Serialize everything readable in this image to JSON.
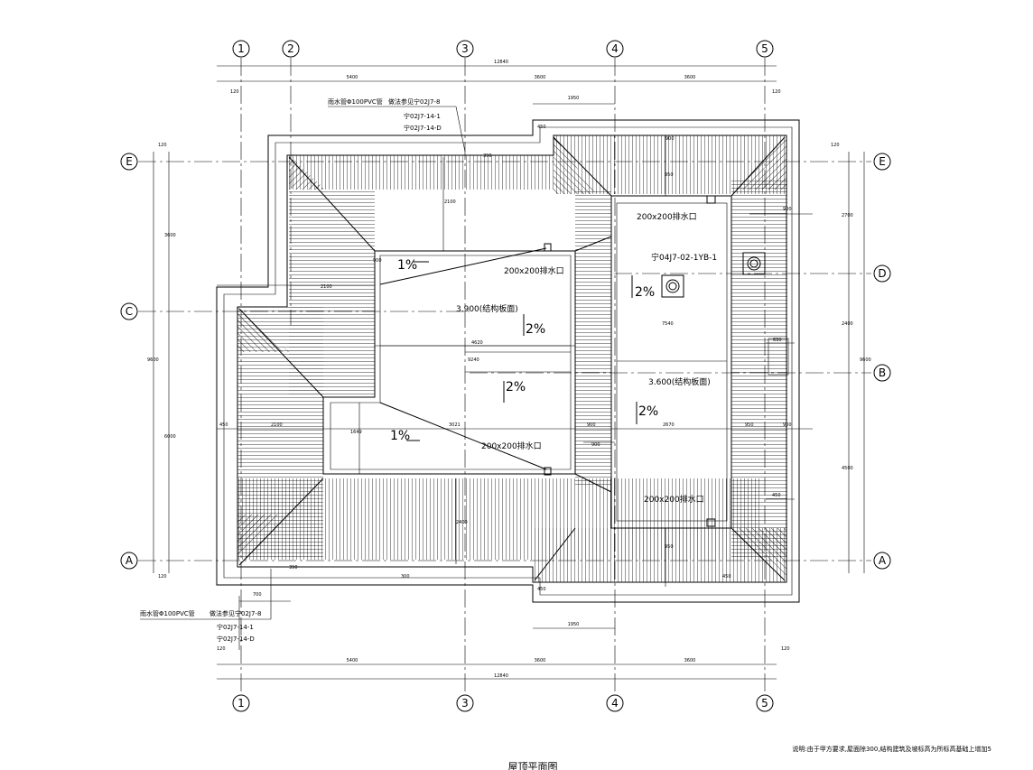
{
  "axes_top": [
    "1",
    "2",
    "3",
    "4",
    "5"
  ],
  "axes_bottom": [
    "1",
    "3",
    "4",
    "5"
  ],
  "axes_left": [
    "E",
    "C",
    "A"
  ],
  "axes_right": [
    "E",
    "D",
    "B",
    "A"
  ],
  "dims": {
    "top_total": "12840",
    "top_5400": "5400",
    "top_3600a": "3600",
    "top_3600b": "3600",
    "bottom_total": "12840",
    "bottom_5400": "5400",
    "bottom_3600a": "3600",
    "bottom_3600b": "3600",
    "left_total": "9600",
    "left_3600": "3600",
    "left_6000": "6000",
    "right_total": "9600",
    "right_2700": "2700",
    "right_2400": "2400",
    "right_4500": "4500",
    "d120_a": "120",
    "d120_b": "120",
    "d120_c": "120",
    "d120_d": "120",
    "d120_e": "120",
    "d120_f": "120",
    "d120_g": "120",
    "d1950_top": "1950",
    "d1950_bottom": "1950",
    "d450_a": "450",
    "d450_b": "450",
    "d450_c": "450",
    "d450_d": "450",
    "d450_e": "450",
    "d900_a": "900",
    "d900_b": "900",
    "d900_c": "900",
    "d900_d": "900",
    "d900_e": "900",
    "d900_f": "900",
    "d2100_a": "2100",
    "d2100_b": "2100",
    "d2100_c": "2100",
    "d2400": "2400",
    "d4620": "4620",
    "d9240": "9240",
    "d3021": "3021",
    "d1649": "1649",
    "d2670": "2670",
    "d950_a": "950",
    "d950_b": "950",
    "d950_c": "950",
    "d7540": "7540",
    "d630": "630",
    "d700": "700",
    "d390_a": "390",
    "d390_b": "390",
    "d300": "300"
  },
  "labels": {
    "downpipe_top_1": "雨水管Φ100PVC管",
    "downpipe_top_2": "做法参见宁02J7-8",
    "downpipe_top_3": "宁02J7-14-1",
    "downpipe_top_4": "宁02J7-14-D",
    "downpipe_bot_1": "雨水管Φ100PVC管",
    "downpipe_bot_2": "做法参见宁02J7-8",
    "downpipe_bot_3": "宁02J7-14-1",
    "downpipe_bot_4": "宁02J7-14-D",
    "drain_1": "200x200排水口",
    "drain_2": "200x200排水口",
    "drain_3": "200x200排水口",
    "drain_4": "200x200排水口",
    "vent": "宁04J7-02-1YB-1",
    "elev_1": "3.900(结构板面)",
    "elev_2": "3.600(结构板面)",
    "slope_1": "1%",
    "slope_2": "2%",
    "slope_3": "2%",
    "slope_4": "1%",
    "slope_5": "2%",
    "slope_6": "2%",
    "note": "说明:由于甲方要求,屋面除300,结构建筑及坡标高为所标高基础上增加5",
    "title": "屋顶平面图"
  }
}
